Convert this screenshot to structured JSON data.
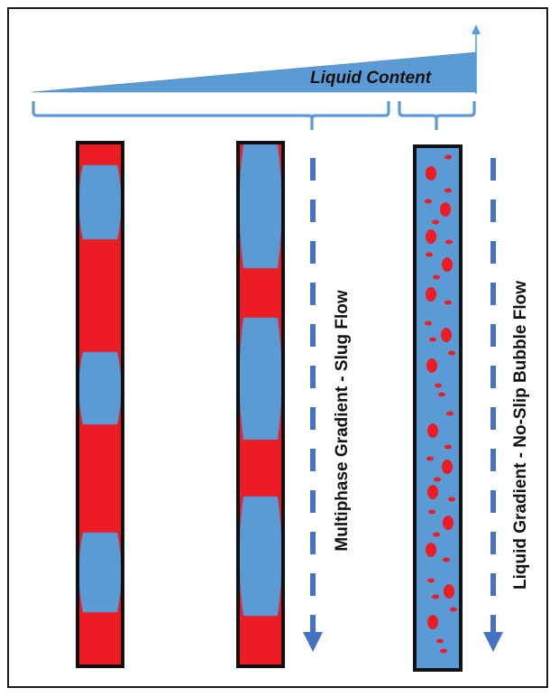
{
  "title_wedge": {
    "label": "Liquid Content",
    "meaning": "liquid content increases left to right"
  },
  "groups": [
    {
      "name": "multiphase",
      "label": "Multiphase Gradient - Slug Flow",
      "tubes": 2
    },
    {
      "name": "liquid",
      "label": "Liquid Gradient - No-Slip Bubble Flow",
      "tubes": 1
    }
  ],
  "tubes": [
    {
      "id": "tube-1",
      "flow": "slug",
      "continuous_phase": "gas",
      "dispersed_phase": "liquid",
      "slug_count": 3
    },
    {
      "id": "tube-2",
      "flow": "slug",
      "continuous_phase": "gas",
      "dispersed_phase": "liquid",
      "slug_count": 3
    },
    {
      "id": "tube-3",
      "flow": "bubble",
      "continuous_phase": "liquid",
      "dispersed_phase": "gas"
    }
  ],
  "colors": {
    "liquid": "#5b9bd5",
    "gas": "#ed1c24",
    "tube_border": "#111111",
    "arrow": "#4472c4",
    "brace": "#5b9bd5",
    "frame": "#1a1a1a"
  },
  "flow_direction": "downward"
}
